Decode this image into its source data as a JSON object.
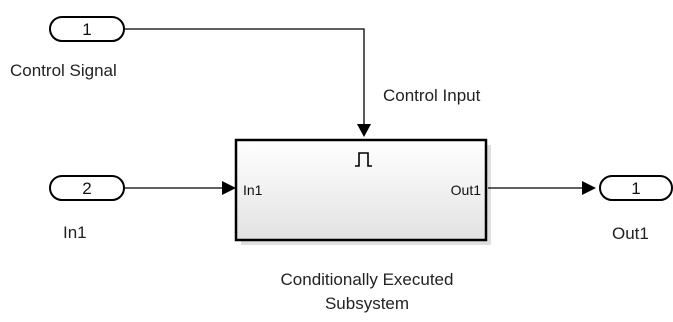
{
  "inport_control": {
    "number": "1",
    "label": "Control Signal"
  },
  "inport_data": {
    "number": "2",
    "label": "In1"
  },
  "outport": {
    "number": "1",
    "label": "Out1"
  },
  "control_line_label": "Control Input",
  "subsystem": {
    "trigger_symbol": "⎍",
    "input_port": "In1",
    "output_port": "Out1",
    "caption_line1": "Conditionally Executed",
    "caption_line2": "Subsystem"
  }
}
